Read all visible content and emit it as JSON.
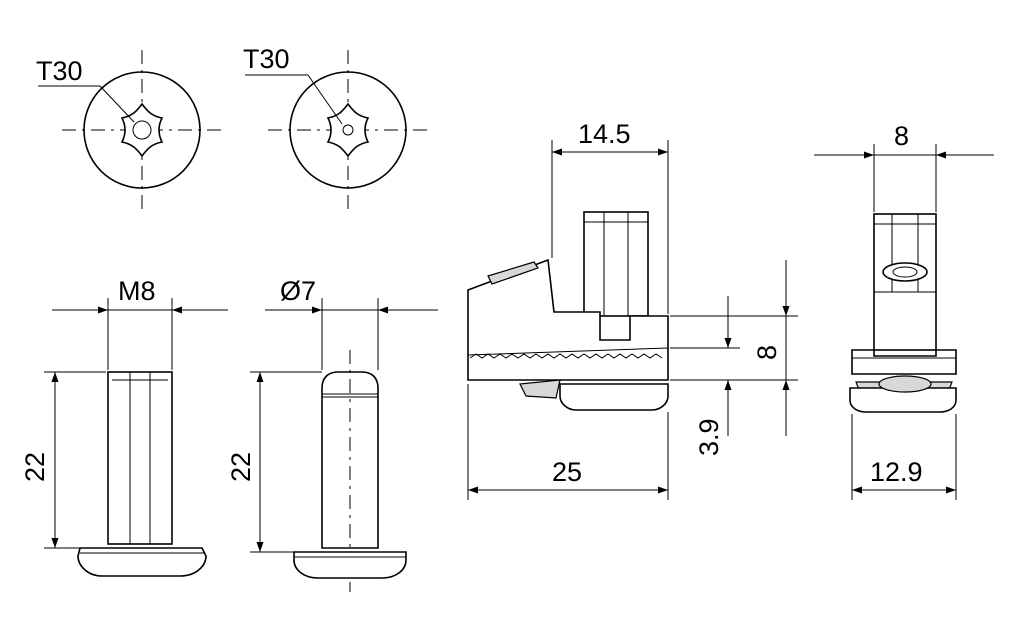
{
  "views": {
    "top_left": {
      "drive_label": "T30"
    },
    "top_right": {
      "drive_label": "T30"
    },
    "bolt_left": {
      "thread_label": "M8",
      "length_label": "22"
    },
    "bolt_right": {
      "diameter_label": "Ø7",
      "length_label": "22"
    },
    "side_view": {
      "top_width": "14.5",
      "overall_width": "25",
      "height_a": "8",
      "height_b": "3.9"
    },
    "end_view": {
      "top_width": "8",
      "bottom_width": "12.9"
    }
  }
}
